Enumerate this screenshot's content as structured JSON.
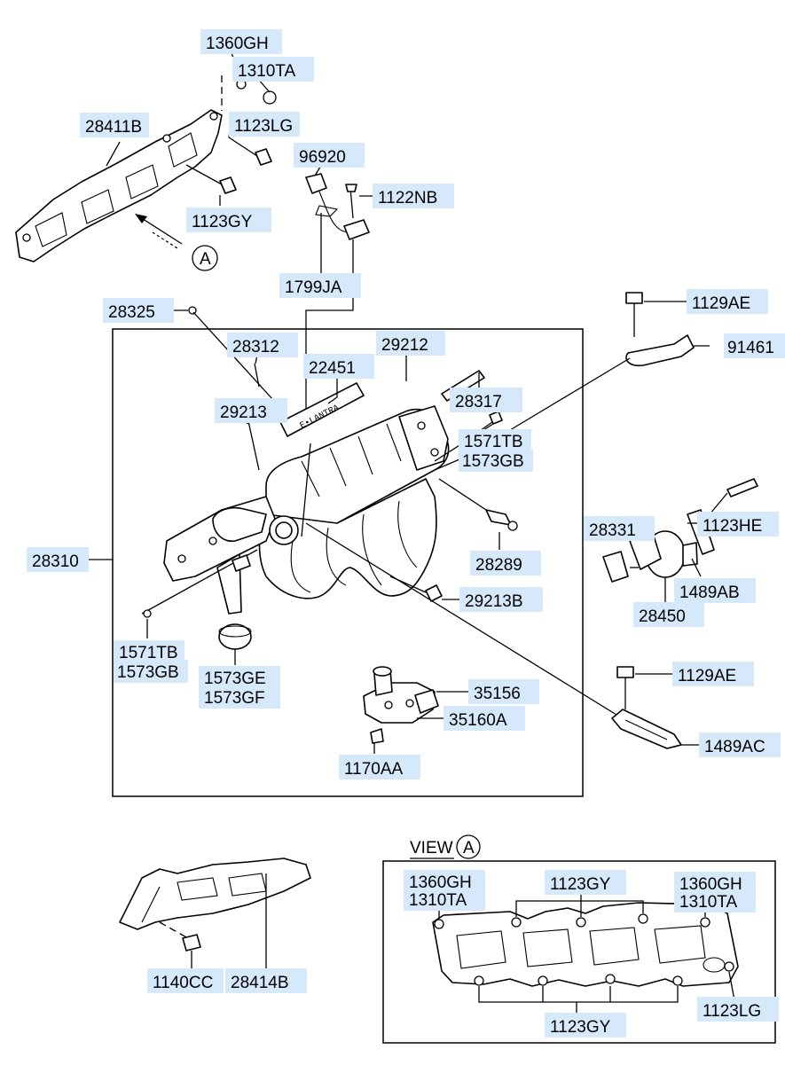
{
  "labels": {
    "1360GH_top": "1360GH",
    "1310TA_top": "1310TA",
    "28411B": "28411B",
    "1123LG_top": "1123LG",
    "96920": "96920",
    "1122NB": "1122NB",
    "1123GY_top": "1123GY",
    "view_a_marker": "A",
    "1799JA": "1799JA",
    "28325": "28325",
    "1129AE_top": "1129AE",
    "91461": "91461",
    "28312": "28312",
    "29212": "29212",
    "22451": "22451",
    "28317": "28317",
    "29213": "29213",
    "1571TB_right": "1571TB",
    "1573GB_right": "1573GB",
    "1123HE": "1123HE",
    "28331": "28331",
    "28310": "28310",
    "28289": "28289",
    "1489AB": "1489AB",
    "29213B": "29213B",
    "28450": "28450",
    "1571TB_left": "1571TB",
    "1573GB_left": "1573GB",
    "1573GE": "1573GE",
    "1573GF": "1573GF",
    "1129AE_bottom": "1129AE",
    "35156": "35156",
    "35160A": "35160A",
    "1489AC": "1489AC",
    "1170AA": "1170AA",
    "view_title": "VIEW",
    "view_circle": "A",
    "1360GH_view_left": "1360GH",
    "1310TA_view_left": "1310TA",
    "1123GY_view_top": "1123GY",
    "1360GH_view_right": "1360GH",
    "1310TA_view_right": "1310TA",
    "1140CC": "1140CC",
    "28414B": "28414B",
    "1123LG_view": "1123LG",
    "1123GY_view_bottom": "1123GY"
  },
  "colors": {
    "label_highlight": "#d6e9fb",
    "line": "#000000"
  }
}
